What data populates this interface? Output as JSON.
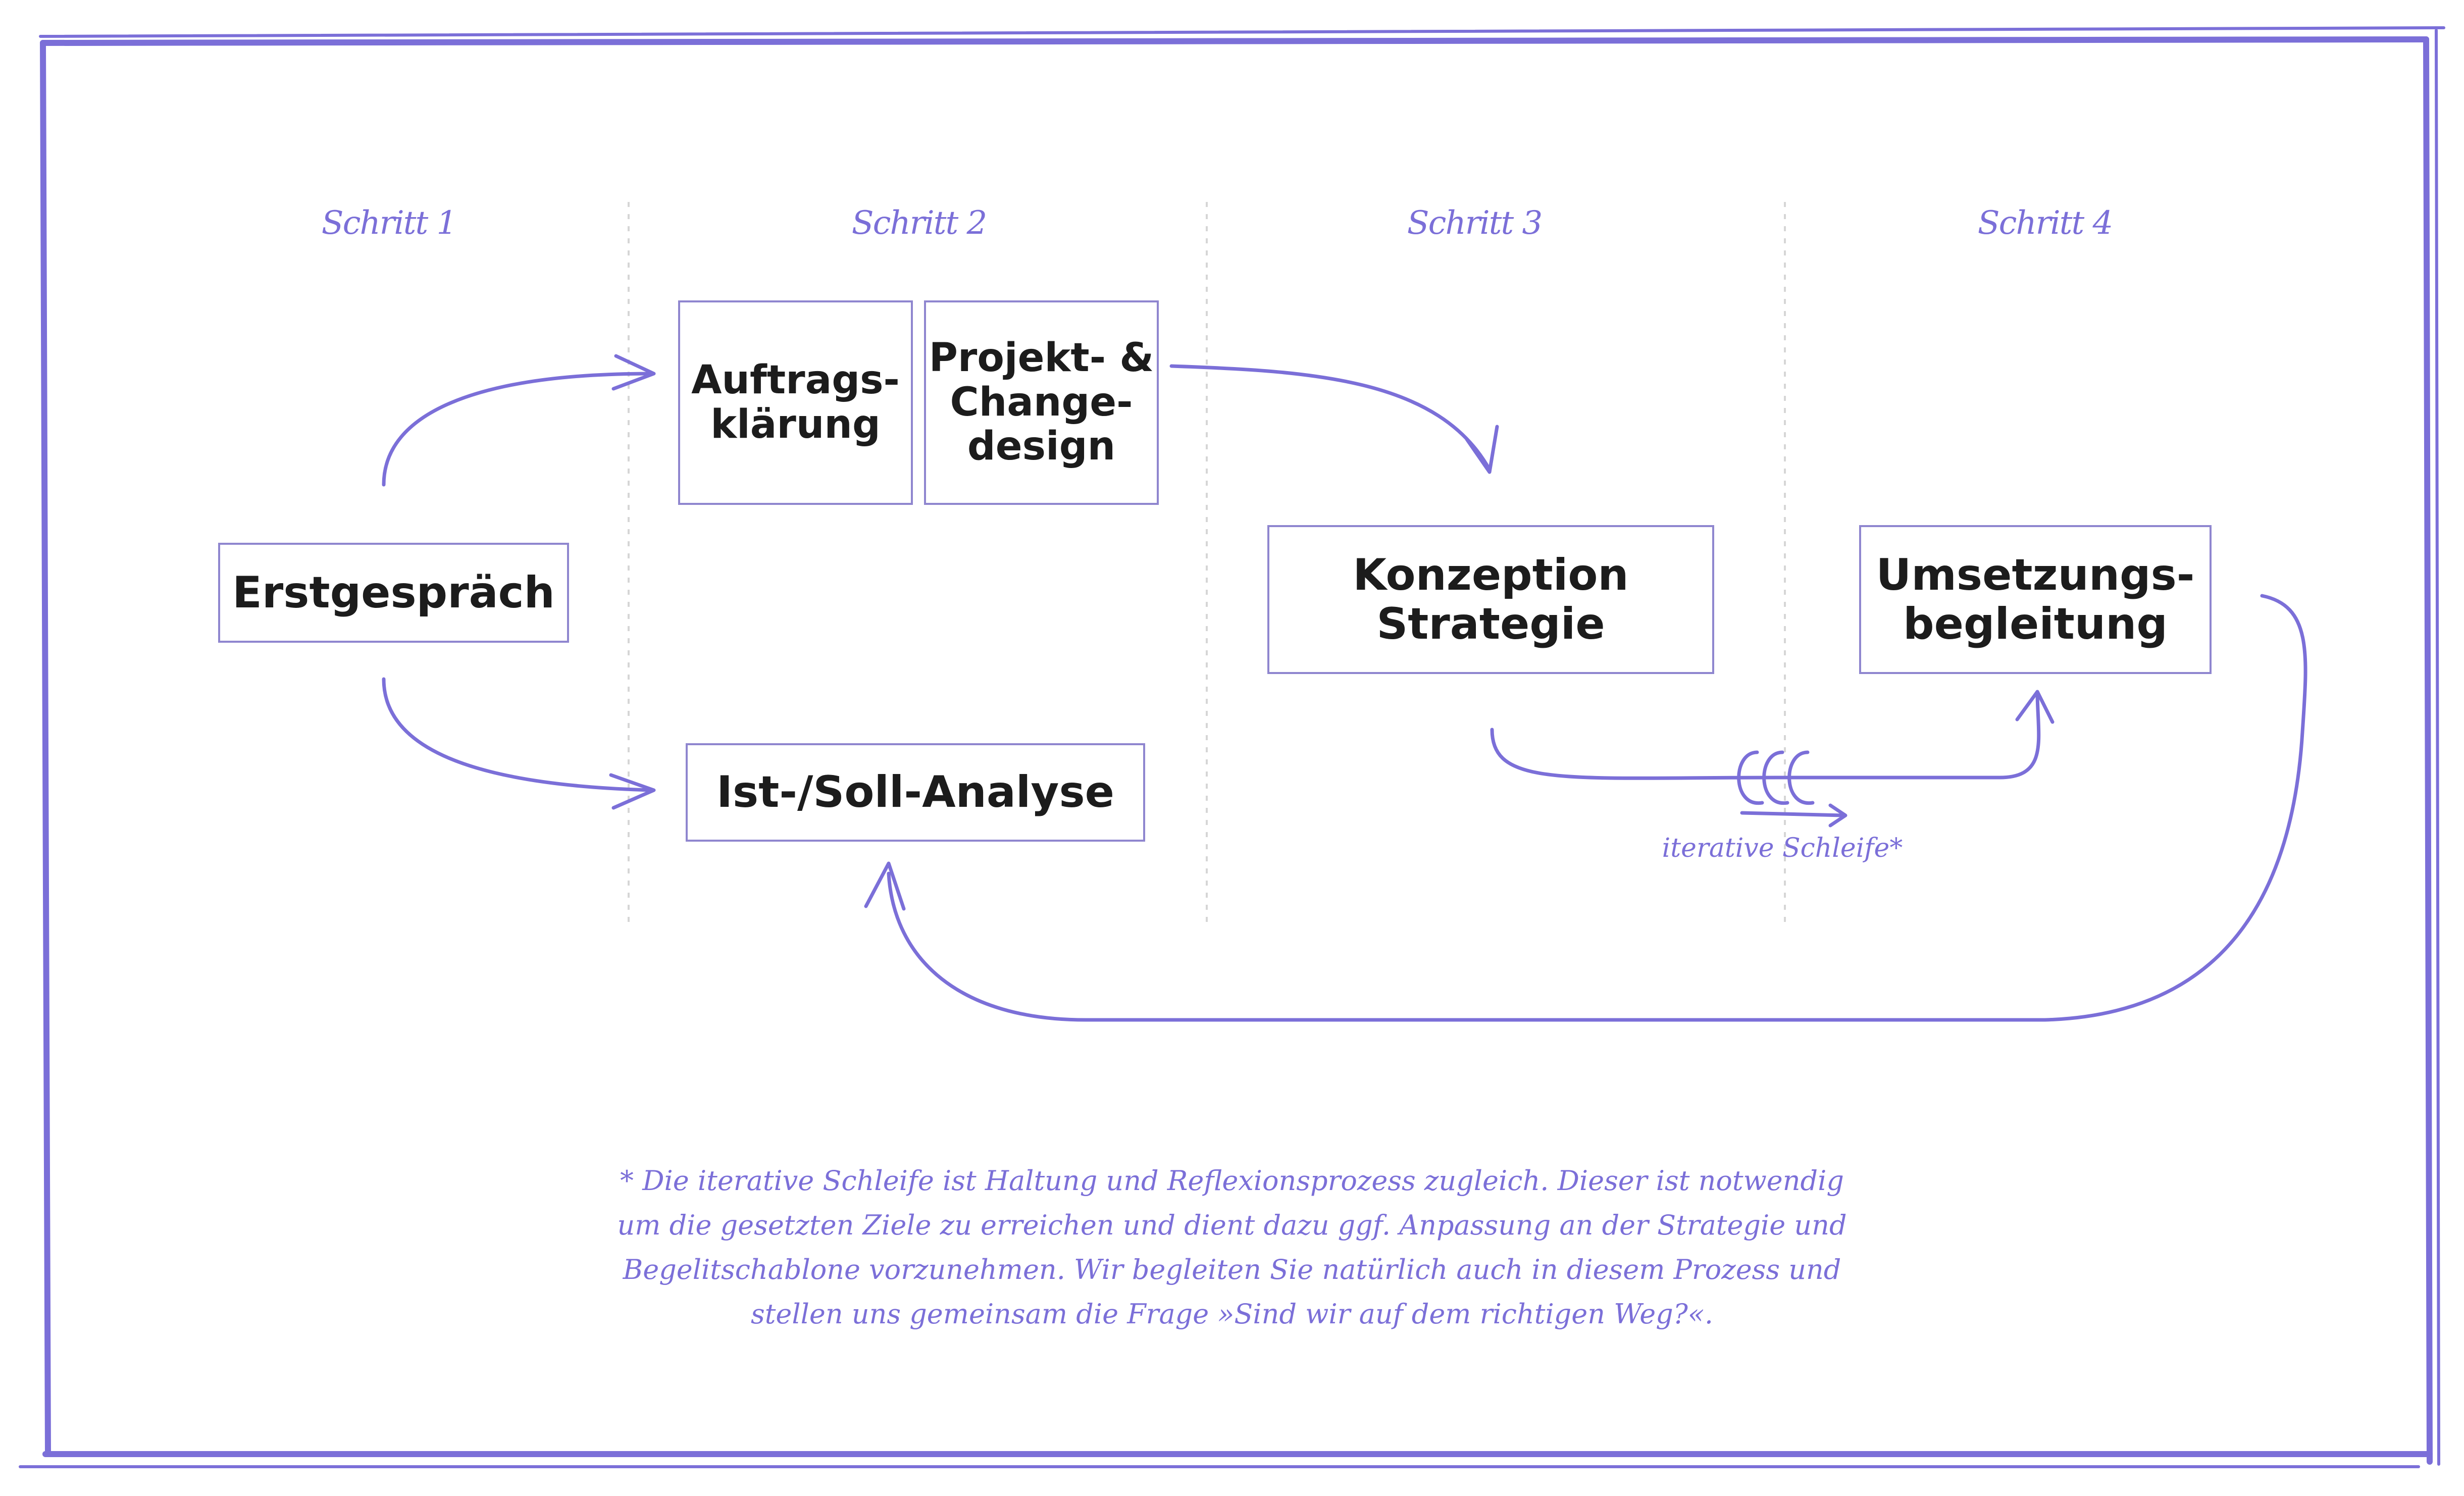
{
  "steps": [
    "Schritt 1",
    "Schritt 2",
    "Schritt 3",
    "Schritt 4"
  ],
  "boxes": {
    "erstgespraech": "Erstgespräch",
    "auftragsklaerung": "Auftrags-\nklärung",
    "projekt_change": "Projekt- &\nChange-\ndesign",
    "ist_soll": "Ist-/Soll-Analyse",
    "konzeption": "Konzeption\nStrategie",
    "umsetzung": "Umsetzungs-\nbegleitung"
  },
  "loop_label": "iterative Schleife*",
  "footnote": "* Die iterative Schleife ist Haltung und Reflexionsprozess zugleich. Dieser ist notwendig um die gesetzten Ziele zu erreichen und dient dazu ggf. Anpassung an der Strategie und Begelitschablone vorzunehmen. Wir begleiten Sie natürlich auch in diesem Prozess und stellen uns gemeinsam die Frage »Sind wir auf dem richtigen Weg?«.",
  "colors": {
    "accent": "#7b6fd8",
    "box_border": "#8f86cf",
    "text": "#1c1c1c"
  }
}
